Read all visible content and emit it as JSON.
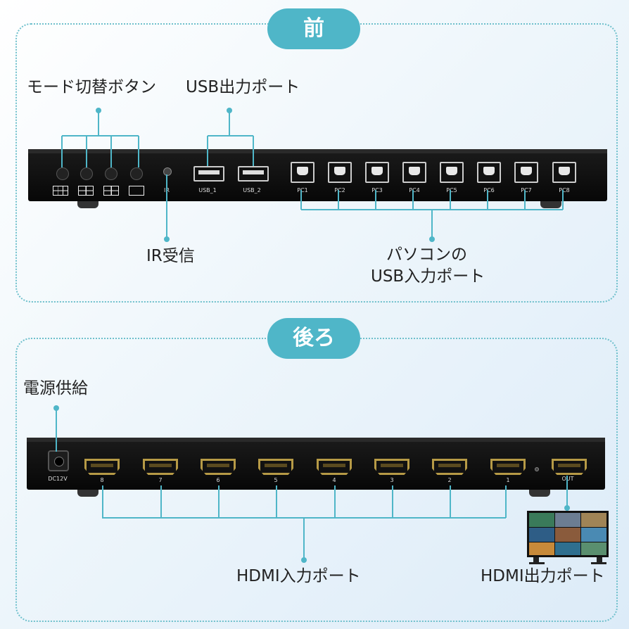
{
  "front": {
    "title": "前",
    "labels": {
      "mode_buttons": "モード切替ボタン",
      "usb_out": "USB出力ポート",
      "ir": "IR受信",
      "pc_usb_line1": "パソコンの",
      "pc_usb_line2": "USB入力ポート"
    },
    "device": {
      "ir_label": "IR",
      "usb_out_ports": [
        "USB_1",
        "USB_2"
      ],
      "pc_ports": [
        "PC1",
        "PC2",
        "PC3",
        "PC4",
        "PC5",
        "PC6",
        "PC7",
        "PC8"
      ]
    }
  },
  "back": {
    "title": "後ろ",
    "labels": {
      "power": "電源供給",
      "hdmi_in": "HDMI入力ポート",
      "hdmi_out": "HDMI出力ポート"
    },
    "device": {
      "dc_label": "DC12V",
      "hdmi_in_ports": [
        "8",
        "7",
        "6",
        "5",
        "4",
        "3",
        "2",
        "1"
      ],
      "out_label": "OUT"
    }
  },
  "colors": {
    "accent": "#4fb6c8",
    "panel_border": "#6fc0cc",
    "hdmi_gold": "#b69a46"
  }
}
